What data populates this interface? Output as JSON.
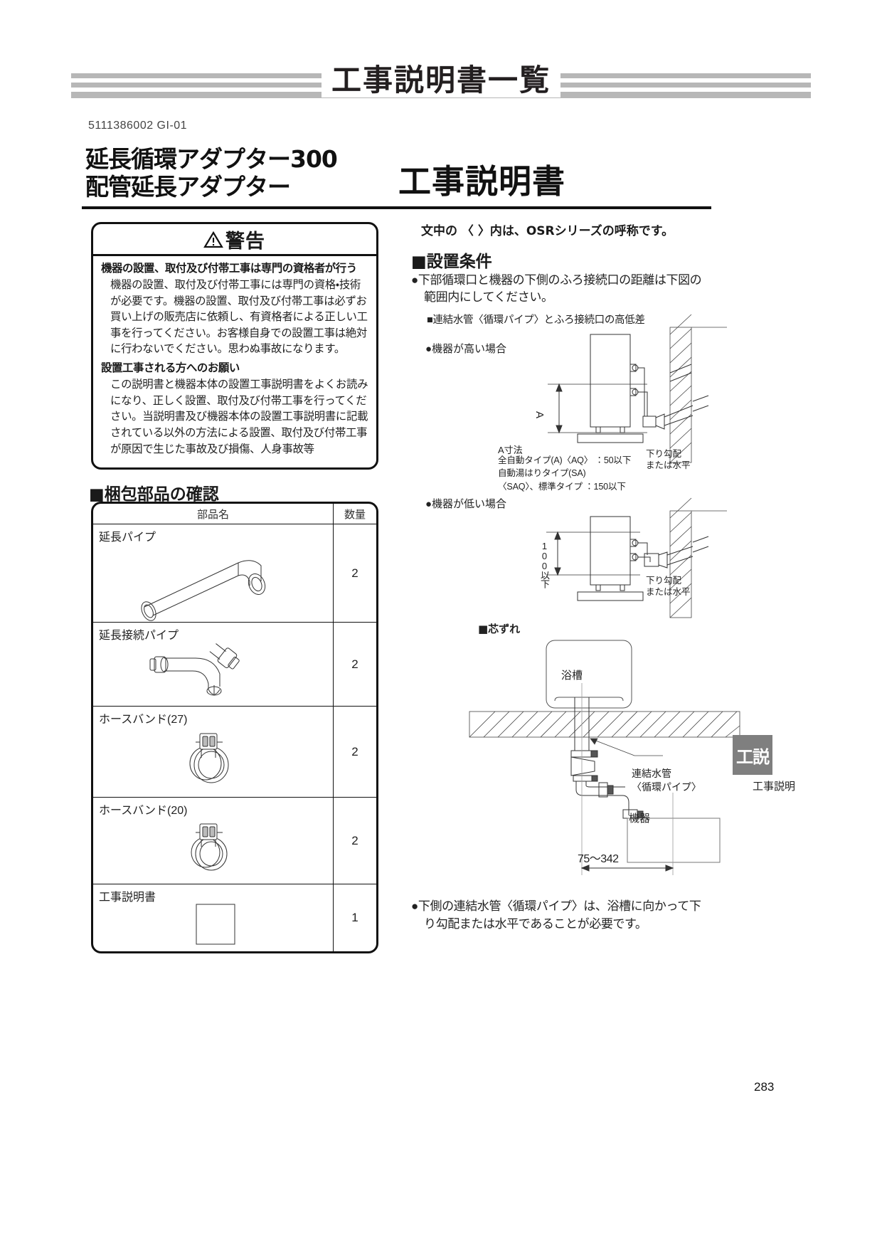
{
  "banner": {
    "title": "工事説明書一覧"
  },
  "doc_code": "5111386002  GI-01",
  "title": {
    "product_line1": "延長循環アダプター300",
    "product_line2": "配管延長アダプター",
    "doc_title": "工事説明書"
  },
  "warning": {
    "heading": "警告",
    "icon": "warning-triangle-icon",
    "sections": [
      {
        "subheading": "機器の設置、取付及び付帯工事は専門の資格者が行う",
        "body": "機器の設置、取付及び付帯工事には専門の資格・技術が必要です。機器の設置、取付及び付帯工事は必ずお買い上げの販売店に依頼し、有資格者による正しい工事を行ってください。お客様自身での設置工事は絶対に行わないでください。思わぬ事故になります。"
      },
      {
        "subheading": "設置工事される方へのお願い",
        "body": "この説明書と機器本体の設置工事説明書をよくお読みになり、正しく設置、取付及び付帯工事を行ってください。当説明書及び機器本体の設置工事説明書に記載されている以外の方法による設置、取付及び付帯工事が原因で生じた事故及び損傷、人身事故等"
      }
    ]
  },
  "parts": {
    "heading": "■梱包部品の確認",
    "columns": [
      "部品名",
      "数量"
    ],
    "rows": [
      {
        "name": "延長パイプ",
        "qty": "2",
        "image": "extension-pipe-illustration"
      },
      {
        "name": "延長接続パイプ",
        "qty": "2",
        "image": "connection-pipe-illustration"
      },
      {
        "name": "ホースバンド(27)",
        "qty": "2",
        "image": "hose-band-27-illustration"
      },
      {
        "name": "ホースバンド(20)",
        "qty": "2",
        "image": "hose-band-20-illustration"
      },
      {
        "name": "工事説明書",
        "qty": "1",
        "image": "manual-booklet-illustration"
      }
    ]
  },
  "right": {
    "osr_note": "文中の 〈  〉内は、OSRシリーズの呼称です。",
    "section_heading": "■設置条件",
    "bullet1_line1": "●下部循環口と機器の下側のふろ接続口の距離は下図の",
    "bullet1_line2": "範囲内にしてください。",
    "subhead1": "■連結水管〈循環パイプ〉とふろ接続口の高低差",
    "case_high": "●機器が高い場合",
    "case_low": "●機器が低い場合",
    "subhead2": "■芯ずれ",
    "dim_title": "A寸法",
    "dim_lines": [
      "全自動タイプ(A)〈AQ〉 ：50以下",
      "自動湯はりタイプ(SA)",
      "〈SAQ〉、標準タイプ  ：150以下"
    ],
    "slope_note_high_l1": "下り勾配",
    "slope_note_high_l2": "または水平",
    "slope_note_low_l1": "下り勾配",
    "slope_note_low_l2": "または水平",
    "label_A": "A",
    "label_100": "100以下",
    "label_bathtub": "浴槽",
    "label_unit": "機器",
    "label_waterpipe_l1": "連結水管",
    "label_waterpipe_l2": "〈循環パイプ〉",
    "dim_bottom": "75〜342",
    "bottom_note_l1": "●下側の連結水管〈循環パイプ〉は、浴槽に向かって下",
    "bottom_note_l2": "り勾配または水平であることが必要です。"
  },
  "side_tab": {
    "label": "工説",
    "caption": "工事説明"
  },
  "page_number": "283",
  "colors": {
    "banner_bar": "#b7b7b7",
    "tab_bg": "#7f7f7f",
    "ink": "#111111"
  }
}
